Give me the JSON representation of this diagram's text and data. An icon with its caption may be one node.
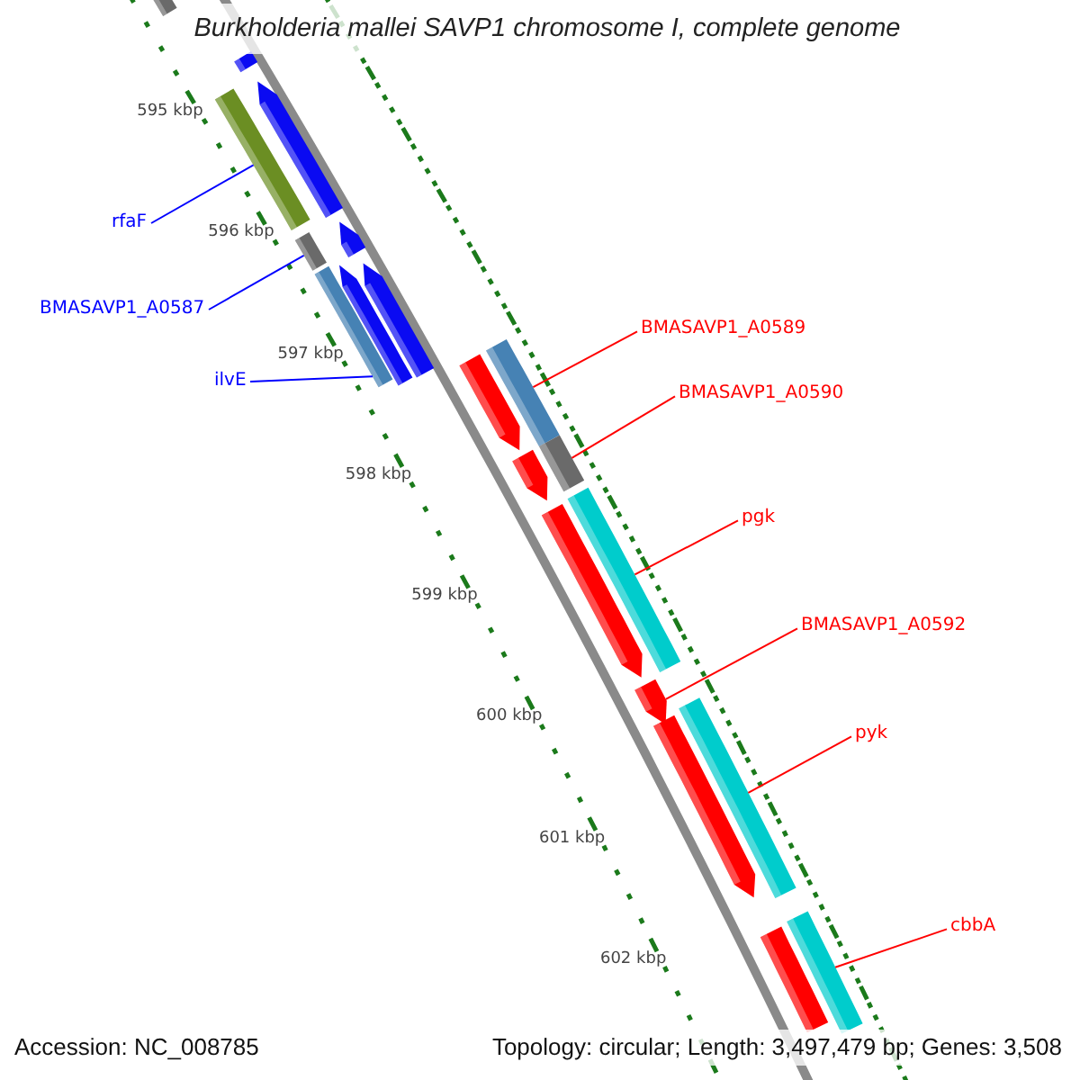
{
  "diagram": {
    "title": "Burkholderia mallei SAVP1 chromosome I, complete genome",
    "nodes": [
      {
        "text": [
          "rfaF"
        ]
      },
      {
        "text": [
          "BMASAVP1_A0587"
        ]
      },
      {
        "text": [
          "ilvE"
        ]
      },
      {
        "text": [
          "BMASAVP1_A0589"
        ]
      },
      {
        "text": [
          "BMASAVP1_A0590"
        ]
      },
      {
        "text": [
          "pgk"
        ]
      },
      {
        "text": [
          "BMASAVP1_A0592"
        ]
      },
      {
        "text": [
          "pyk"
        ]
      },
      {
        "text": [
          "cbbA"
        ]
      },
      {
        "text": [],
        "shape": "bar"
      },
      {
        "text": [],
        "shape": "bar"
      },
      {
        "text": [],
        "shape": "arrow"
      },
      {
        "text": [],
        "shape": "bar"
      },
      {
        "text": [],
        "shape": "bar"
      },
      {
        "text": [],
        "shape": "arrow"
      },
      {
        "text": [],
        "shape": "bar"
      },
      {
        "text": [],
        "shape": "arrow"
      },
      {
        "text": [],
        "shape": "arrow"
      },
      {
        "text": [],
        "shape": "arrow"
      },
      {
        "text": [],
        "shape": "bar"
      },
      {
        "text": [],
        "shape": "bar"
      },
      {
        "text": [],
        "shape": "arrow"
      },
      {
        "text": [],
        "shape": "arrow"
      },
      {
        "text": [],
        "shape": "bar"
      },
      {
        "text": [],
        "shape": "arrow"
      },
      {
        "text": [],
        "shape": "arrow"
      },
      {
        "text": [],
        "shape": "bar"
      },
      {
        "text": [],
        "shape": "bar"
      },
      {
        "text": [],
        "shape": "bar"
      }
    ],
    "edges": [
      {
        "from": 0,
        "to": 12,
        "arrow": "none",
        "color": "#0000ff"
      },
      {
        "from": 1,
        "to": 13,
        "arrow": "none",
        "color": "#0000ff"
      },
      {
        "from": 2,
        "to": 15,
        "arrow": "none",
        "color": "#0000ff"
      },
      {
        "from": 3,
        "to": 19,
        "arrow": "none"
      },
      {
        "from": 4,
        "to": 20,
        "arrow": "none"
      },
      {
        "from": 5,
        "to": 23,
        "arrow": "none"
      },
      {
        "from": 6,
        "to": 24,
        "arrow": "none"
      },
      {
        "from": 7,
        "to": 26,
        "arrow": "none"
      },
      {
        "from": 8,
        "to": 28,
        "arrow": "none"
      }
    ],
    "labels": [
      "595 kbp",
      "596 kbp",
      "597 kbp",
      "598 kbp",
      "599 kbp",
      "600 kbp",
      "601 kbp",
      "602 kbp",
      "Accession: NC_008785",
      "Topology: circular; Length: 3,497,479 bp; Genes: 3,508"
    ]
  }
}
